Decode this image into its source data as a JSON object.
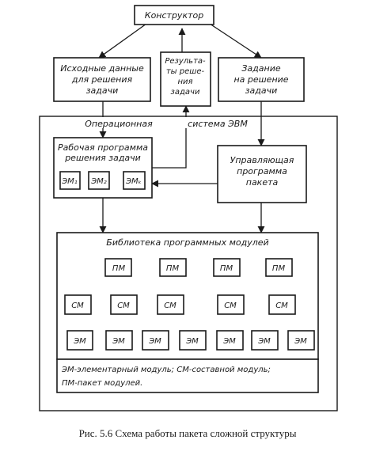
{
  "nodes": {
    "constructor": "Конструктор",
    "input_data": [
      "Исходные данные",
      "для решения",
      "задачи"
    ],
    "results": [
      "Результа-",
      "ты реше-",
      "ния",
      "задачи"
    ],
    "task": [
      "Задание",
      "на решение",
      "задачи"
    ],
    "os_label_left": "Операционная",
    "os_label_right": "система ЭВМ",
    "work_program": [
      "Рабочая программа",
      "решения задачи"
    ],
    "em1": "ЭМ₁",
    "em2": "ЭМ₂",
    "emk": "ЭМₖ",
    "control_program": [
      "Управляющая",
      "программа",
      "пакета"
    ],
    "library_title": "Библиотека программных модулей",
    "pm": "ПМ",
    "sm": "СМ",
    "em": "ЭМ"
  },
  "legend": [
    "ЭМ-элементарный модуль; СМ-составной модуль;",
    "ПМ-пакет модулей."
  ],
  "caption": "Рис. 5.6  Схема работы пакета сложной структуры"
}
